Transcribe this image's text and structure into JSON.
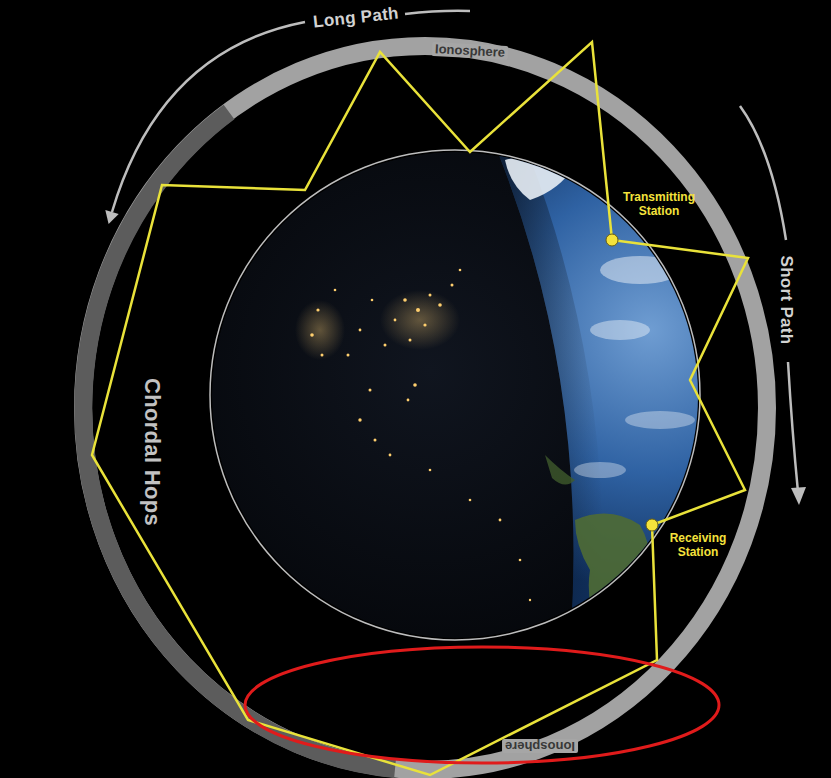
{
  "diagram": {
    "labels": [
      "Long Path",
      "Ionosphere",
      "Short Path",
      "Transmitting Station",
      "Receiving Station",
      "Chordal Hops",
      "Ionosphere"
    ]
  }
}
